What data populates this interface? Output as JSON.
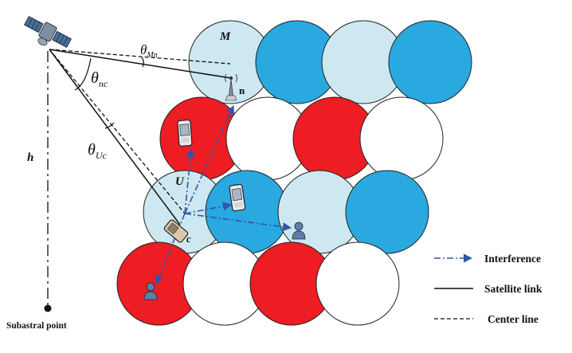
{
  "labels": {
    "height": "h",
    "substral_point": "Subastral point",
    "cell_M": "M",
    "node_n": "n",
    "user_U": "U",
    "cell_c": "c",
    "theta_Mn_base": "θ",
    "theta_Mn_sub": "Mn",
    "theta_nc_base": "θ",
    "theta_nc_sub": "nc",
    "theta_Uc_base": "θ",
    "theta_Uc_sub": "Uc"
  },
  "legend": {
    "interference": "Interference",
    "satellite_link": "Satellite link",
    "center_line": "Center line"
  },
  "colors": {
    "light_blue": "#cde8f0",
    "blue": "#29a9e0",
    "red": "#ee1c23",
    "white": "#ffffff",
    "interference": "#3355aa",
    "line": "#111111"
  }
}
